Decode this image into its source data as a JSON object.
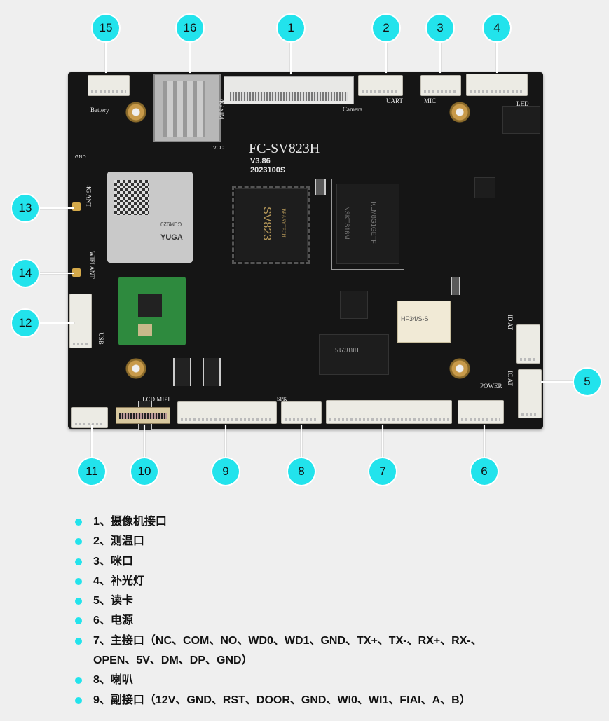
{
  "board": {
    "model": "FC-SV823H",
    "version": "V3.86",
    "date": "2023100S",
    "soc": "SV823",
    "soc_brand": "BEASYTECH",
    "flash": "KLM8G1GETF",
    "ram": "NSKTS16M",
    "module_brand": "YUGA",
    "module_model": "CLM920",
    "relay": "HF34/S-S",
    "lan": "H81621S",
    "silk": {
      "battery": "Battery",
      "camera": "Camera",
      "uart": "UART",
      "mic": "MIC",
      "led": "LED",
      "sim": "4G SIM",
      "ant4g": "4G ANT",
      "wifi": "WIFI ANT",
      "usb": "USB",
      "lcd": "LCD MIPI",
      "spk": "SPK",
      "power": "POWER",
      "icat": "IC AT",
      "idat": "ID AT",
      "gnd": "GND",
      "vcc": "VCC"
    }
  },
  "callouts": [
    "1",
    "2",
    "3",
    "4",
    "5",
    "6",
    "7",
    "8",
    "9",
    "10",
    "11",
    "12",
    "13",
    "14",
    "15",
    "16"
  ],
  "legend": [
    "1、摄像机接口",
    "2、测温口",
    "3、咪口",
    "4、补光灯",
    "5、读卡",
    "6、电源",
    "7、主接口（NC、COM、NO、WD0、WD1、GND、TX+、TX-、RX+、RX-、",
    "OPEN、5V、DM、DP、GND）",
    "8、喇叭",
    "9、副接口（12V、GND、RST、DOOR、GND、WI0、WI1、FIAI、A、B）"
  ],
  "colors": {
    "accent": "#22e3ec",
    "board": "#151515",
    "background": "#efefef"
  }
}
